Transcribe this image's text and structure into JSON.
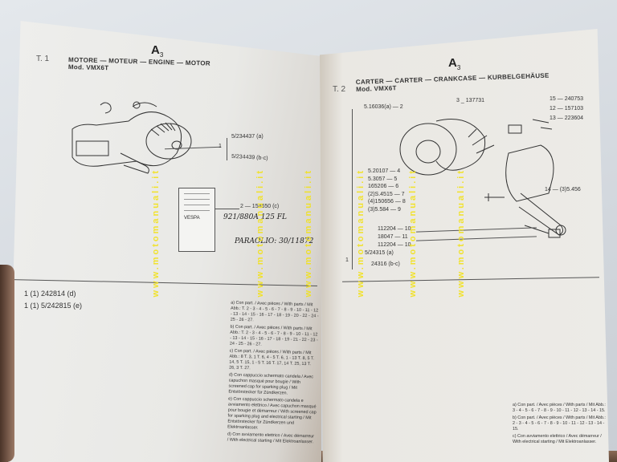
{
  "watermark": "www.motomanuali.it",
  "left_page": {
    "section_mark": "A",
    "section_sub": "3",
    "table_number": "T. 1",
    "heading": "MOTORE — MOTEUR — ENGINE — MOTOR",
    "model": "Mod. VMX6T",
    "callouts": [
      {
        "ref": "1",
        "part": "5/234437 (a)"
      },
      {
        "ref": "1",
        "part": "5/234439 (b-c)"
      },
      {
        "ref": "2",
        "part": "154650 (c)"
      }
    ],
    "handwritten": [
      "921/880A 125 FL",
      "PARAOLIO: 30/11872"
    ],
    "label_box_text": "VESPA",
    "bottom_parts": [
      "1 (1) 242814 (d)",
      "1 (1) 5/242815 (e)"
    ],
    "notes": [
      {
        "key": "a)",
        "text": "Con part. / Avec pièces / With parts / Mit Abb.: T. 2 - 3 - 4 - 5 - 6 - 7 - 8 - 9 - 10 - 11 - 12 - 13 - 14 - 15 - 16 - 17 - 18 - 19 - 20 - 22 - 24 - 25 - 26 - 27."
      },
      {
        "key": "b)",
        "text": "Con part. / Avec pièces / With parts / Mit Abb.: T. 2 - 3 - 4 - 5 - 6 - 7 - 8 - 9 - 10 - 11 - 12 - 13 - 14 - 15 - 16 - 17 - 18 - 19 - 21 - 22 - 23 - 24 - 25 - 26 - 27."
      },
      {
        "key": "c)",
        "text": "Con part. / Avec pièces / With parts / Mit Abb.: 8 T. 3, 1 T. 6, 4 - 5 T. 6, 1 - 13 T. 8, 5 T. 14, 5 T. 15, 1 - 5 T. 16 T. 17, 14 T. 25, 13 T. 26, 3 T. 27."
      },
      {
        "key": "d)",
        "text": "Con cappuccio schermato candela / Avec capuchon masqué pour bougie / With screened cap for sparking plug / Mit Entstörstecker für Zündkerzen."
      },
      {
        "key": "e)",
        "text": "Con cappuccio schermato candela e avviamento elettrico / Avec capuchon masqué pour bougie et démarreur / With screened cap for sparking plug and electrical starting / Mit Entstörstecker für Zündkerzen und Elektroanlasser."
      },
      {
        "key": "d)",
        "text": "Con avviamento elettrico / Avec démarreur / With electrical starting / Mit Elektroanlasser."
      }
    ]
  },
  "right_page": {
    "section_mark": "A",
    "section_sub": "3",
    "table_number": "T. 2",
    "heading": "CARTER — CARTER — CRANKCASE — KURBELGEHÄUSE",
    "model": "Mod. VMX6T",
    "callouts_top": [
      {
        "ref": "2",
        "part": "5.16036(a)"
      },
      {
        "ref": "3",
        "part": "137731"
      },
      {
        "ref": "15",
        "part": "240753"
      },
      {
        "ref": "12",
        "part": "157103"
      },
      {
        "ref": "13",
        "part": "223604"
      },
      {
        "ref": "14",
        "part": "(3)5.456"
      }
    ],
    "callouts_left": [
      {
        "ref": "4",
        "part": "5.20107"
      },
      {
        "ref": "5",
        "part": "5.3057"
      },
      {
        "ref": "6",
        "part": "165206"
      },
      {
        "ref": "7",
        "part": "(2)S.4515"
      },
      {
        "ref": "8",
        "part": "(4)150656"
      },
      {
        "ref": "9",
        "part": "(3)5.584"
      },
      {
        "ref": "10",
        "part": "112204"
      },
      {
        "ref": "11",
        "part": "18047"
      },
      {
        "ref": "10",
        "part": "112204"
      }
    ],
    "assembly": {
      "ref": "1",
      "parts": [
        "5/24315 (a)",
        "24316 (b-c)"
      ]
    },
    "notes": [
      {
        "key": "a)",
        "text": "Con part. / Avec pièces / With parts / Mit Abb.: 3 - 4 - 5 - 6 - 7 - 8 - 9 - 10 - 11 - 12 - 13 - 14 - 15."
      },
      {
        "key": "b)",
        "text": "Con part. / Avec pièces / With parts / Mit Abb.: 2 - 3 - 4 - 5 - 6 - 7 - 8 - 9 - 10 - 11 - 12 - 13 - 14 - 15."
      },
      {
        "key": "c)",
        "text": "Con avviamento elettrico / Avec démarreur / With electrical starting / Mit Elektroanlasser."
      }
    ]
  }
}
